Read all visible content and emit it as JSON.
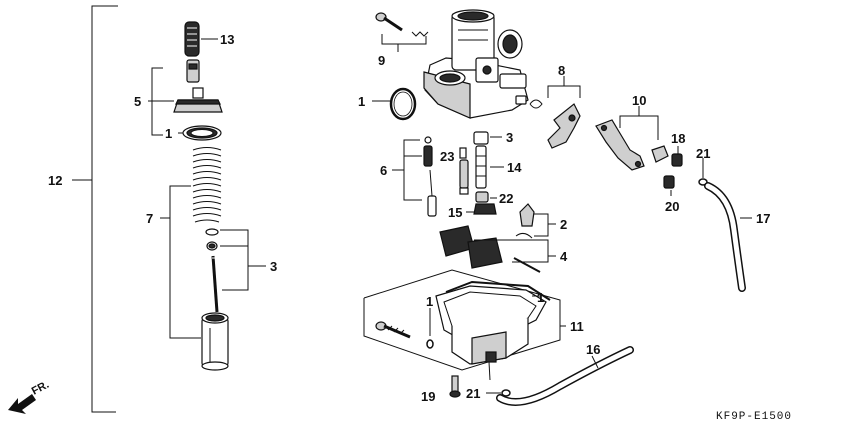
{
  "diagram_code": "KF9P-E1500",
  "front_indicator": "FR.",
  "callouts": {
    "c1a": "1",
    "c1b": "1",
    "c1c": "1",
    "c1d": "1",
    "c2": "2",
    "c3a": "3",
    "c3b": "3",
    "c4": "4",
    "c5": "5",
    "c6": "6",
    "c7": "7",
    "c8": "8",
    "c9": "9",
    "c10": "10",
    "c11": "11",
    "c12": "12",
    "c13": "13",
    "c14": "14",
    "c15": "15",
    "c16": "16",
    "c17": "17",
    "c18": "18",
    "c19": "19",
    "c20": "20",
    "c21a": "21",
    "c21b": "21",
    "c22": "22",
    "c23": "23"
  }
}
